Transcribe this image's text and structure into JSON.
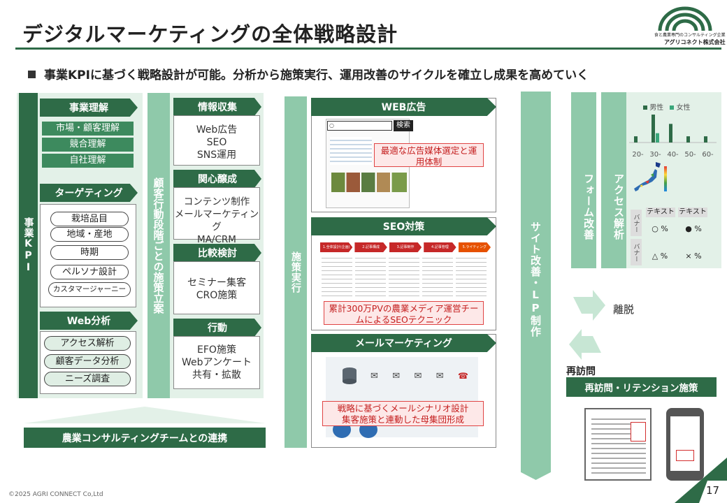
{
  "header": {
    "title": "デジタルマーケティングの全体戦略設計",
    "subtitle": "事業KPIに基づく戦略設計が可能。分析から施策実行、運用改善のサイクルを確立し成果を高めていく",
    "logo_line1": "食と農業専門のコンサルティング企業",
    "logo_line2": "アグリコネクト株式会社"
  },
  "kpi": {
    "label": "事業KPI",
    "business": {
      "head": "事業理解",
      "items": [
        "市場・顧客理解",
        "競合理解",
        "自社理解"
      ]
    },
    "targeting": {
      "head": "ターゲティング",
      "items": [
        "栽培品目",
        "地域・産地",
        "時期",
        "ペルソナ設計",
        "カスタマージャーニー"
      ]
    },
    "web": {
      "head": "Web分析",
      "items": [
        "アクセス解析",
        "顧客データ分析",
        "ニーズ調査"
      ]
    }
  },
  "customer_stage_label": "顧客行動段階ごとの施策立案",
  "stages": [
    {
      "head": "情報収集",
      "text": [
        "Web広告",
        "SEO",
        "SNS運用"
      ]
    },
    {
      "head": "関心醸成",
      "text": [
        "コンテンツ制作",
        "メールマーケティング",
        "MA/CRM"
      ]
    },
    {
      "head": "比較検討",
      "text": [
        "セミナー集客",
        "CRO施策"
      ]
    },
    {
      "head": "行動",
      "text": [
        "EFO施策",
        "Webアンケート",
        "共有・拡散"
      ]
    }
  ],
  "exec_label": "施策実行",
  "web_ad": {
    "head": "WEB広告",
    "search_btn": "検索",
    "note": "最適な広告媒体選定と運用体制"
  },
  "seo": {
    "head": "SEO対策",
    "steps": [
      "1.全体設計(企画)",
      "2.記事構成",
      "3.記事制作",
      "4.記事管理",
      "5.ライティング"
    ],
    "note": "累計300万PVの農業メディア運営チームによるSEOテクニック"
  },
  "mail": {
    "head": "メールマーケティング",
    "note_line1": "戦略に基づくメールシナリオ設計",
    "note_line2": "集客施策と連動した母集団形成"
  },
  "site_label": "サイト改善・LP制作",
  "form_label": "フォーム改善",
  "access_label": "アクセス解析",
  "chart_data": {
    "type": "bar",
    "categories": [
      "20-",
      "30-",
      "40-",
      "50-",
      "60-"
    ],
    "series": [
      {
        "name": "男性",
        "values": [
          2,
          9,
          6,
          2,
          2
        ]
      },
      {
        "name": "女性",
        "values": [
          0,
          3,
          0,
          0,
          0
        ]
      }
    ],
    "colors": [
      "#2e6b47",
      "#3aa67a"
    ]
  },
  "ab_test": {
    "col_headers": [
      "テキスト",
      "テキスト"
    ],
    "row_headers": [
      "バナー",
      "バナー"
    ],
    "cells": [
      [
        "○ %",
        "● %"
      ],
      [
        "△ %",
        "× %"
      ]
    ]
  },
  "churn_label": "離脱",
  "revisit_label": "再訪問",
  "revisit_box": "再訪問・リテンション施策",
  "consulting_bar": "農業コンサルティングチームとの連携",
  "footer": "©2025 AGRI CONNECT Co,Ltd",
  "page_number": "17"
}
